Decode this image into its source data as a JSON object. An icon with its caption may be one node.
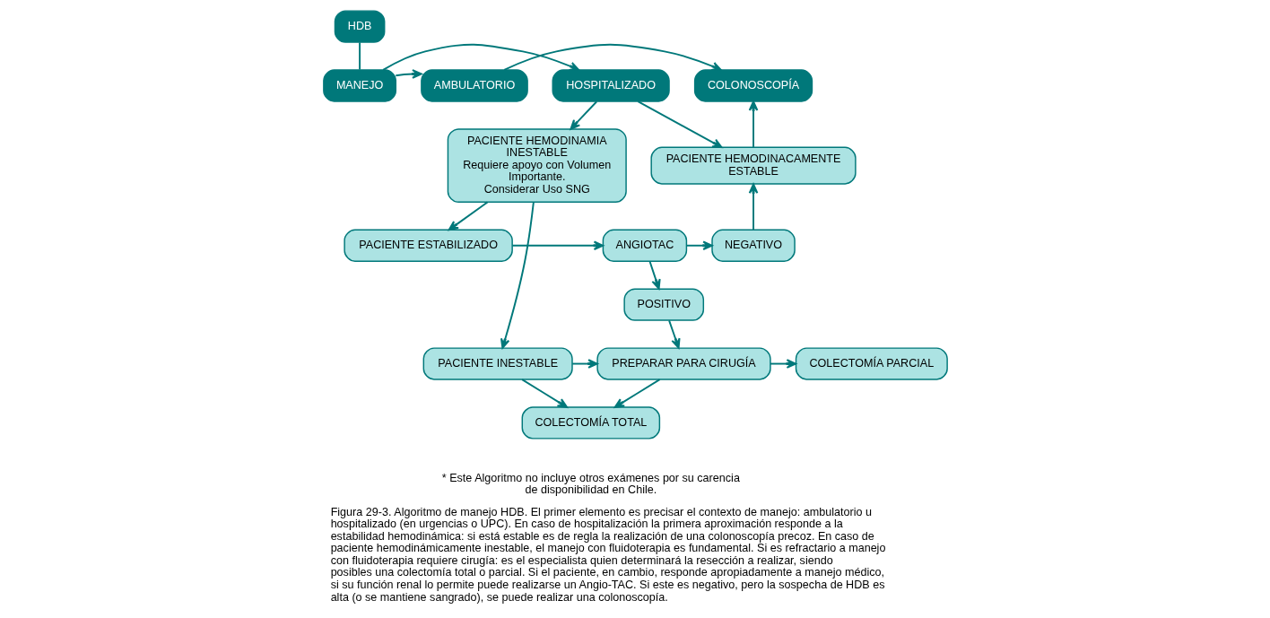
{
  "diagram": {
    "caption": "Figura 29-3. Algoritmo de manejo HDB. El primer elemento es precisar el contexto de manejo: ambulatorio u hospitalizado (en urgencias o UPC). En caso de hospitalización la primera aproximación responde a la estabilidad hemodinámica: si está estable es de regla la realización de una colonoscopía precoz. En caso de paciente hemodinámicamente inestable, el manejo con fluidoterapia es fundamental. Si es refractario a manejo con fluidoterapia requiere cirugía: es el especialista quien determinará la resección a realizar, siendo posibles una colectomía total o parcial. Si el paciente, en cambio, responde apropiadamente a manejo médico, si su función renal lo permite puede realizarse un Angio-TAC. Si este es negativo, pero la sospecha de HDB es alta (o se mantiene sangrado), se puede realizar una colonoscopía.",
    "nodes": [
      {
        "text": [
          "HDB"
        ]
      },
      {
        "text": [
          "HOSPITALIZADO"
        ]
      },
      {
        "text": [
          "MANEJO"
        ]
      },
      {
        "text": [
          "AMBULATORIO"
        ]
      },
      {
        "text": [
          "COLONOSCOPÍA"
        ]
      },
      {
        "text": [
          "PACIENTE HEMODINAMIA INESTABLE",
          "Requiere apoyo con Volumen Importante.",
          "Considerar Uso SNG"
        ]
      },
      {
        "text": [
          "PACIENTE HEMODINACAMENTE ESTABLE"
        ]
      },
      {
        "text": [
          "PACIENTE ESTABILIZADO"
        ]
      },
      {
        "text": [
          "ANGIOTAC"
        ]
      },
      {
        "text": [
          "NEGATIVO"
        ]
      },
      {
        "text": [
          "POSITIVO"
        ]
      },
      {
        "text": [
          "PACIENTE INESTABLE"
        ]
      },
      {
        "text": [
          "PREPARAR PARA CIRUGÍA"
        ]
      },
      {
        "text": [
          "COLECTOMÍA PARCIAL"
        ]
      },
      {
        "text": [
          "COLECTOMÍA TOTAL"
        ]
      }
    ],
    "edges": [
      {
        "from": 0,
        "to": 2,
        "arrow": "none"
      },
      {
        "from": 2,
        "to": 1,
        "arrow": "to"
      },
      {
        "from": 2,
        "to": 3,
        "arrow": "to"
      },
      {
        "from": 3,
        "to": 4,
        "arrow": "to"
      },
      {
        "from": 1,
        "to": 5,
        "arrow": "to"
      },
      {
        "from": 1,
        "to": 6,
        "arrow": "to"
      },
      {
        "from": 6,
        "to": 4,
        "arrow": "to"
      },
      {
        "from": 5,
        "to": 7,
        "arrow": "to"
      },
      {
        "from": 5,
        "to": 11,
        "arrow": "to"
      },
      {
        "from": 7,
        "to": 8,
        "arrow": "to"
      },
      {
        "from": 8,
        "to": 9,
        "arrow": "to"
      },
      {
        "from": 8,
        "to": 10,
        "arrow": "to"
      },
      {
        "from": 9,
        "to": 6,
        "arrow": "to"
      },
      {
        "from": 10,
        "to": 12,
        "arrow": "to"
      },
      {
        "from": 11,
        "to": 12,
        "arrow": "to"
      },
      {
        "from": 11,
        "to": 14,
        "arrow": "to"
      },
      {
        "from": 12,
        "to": 13,
        "arrow": "to"
      },
      {
        "from": 12,
        "to": 14,
        "arrow": "to"
      }
    ],
    "labels": [
      "* Este Algoritmo no incluye otros exámenes por su carencia de disponibilidad en Chile."
    ]
  }
}
